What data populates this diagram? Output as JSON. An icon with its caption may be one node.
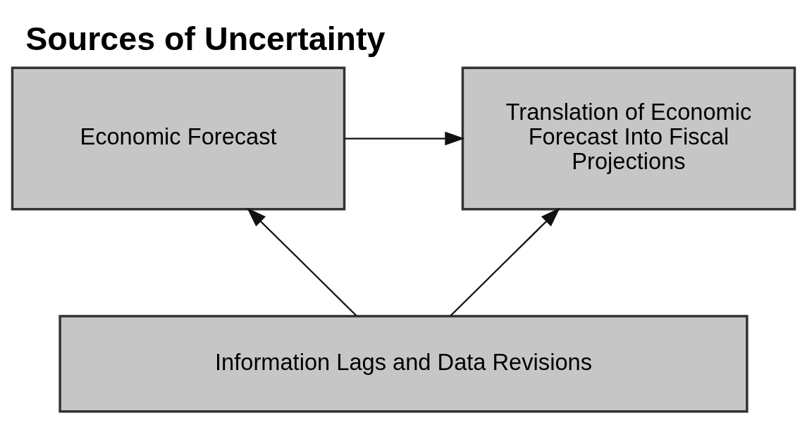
{
  "diagram": {
    "title": "Sources of Uncertainty",
    "nodes": [
      {
        "text": [
          "Economic Forecast"
        ]
      },
      {
        "text": [
          "Translation of Economic Forecast Into Fiscal Projections"
        ]
      },
      {
        "text": [
          "Information Lags and Data Revisions"
        ]
      }
    ],
    "edges": [
      {
        "from": 0,
        "to": 1,
        "arrow": "to"
      },
      {
        "from": 2,
        "to": 0,
        "arrow": "to"
      },
      {
        "from": 2,
        "to": 1,
        "arrow": "to"
      }
    ]
  }
}
